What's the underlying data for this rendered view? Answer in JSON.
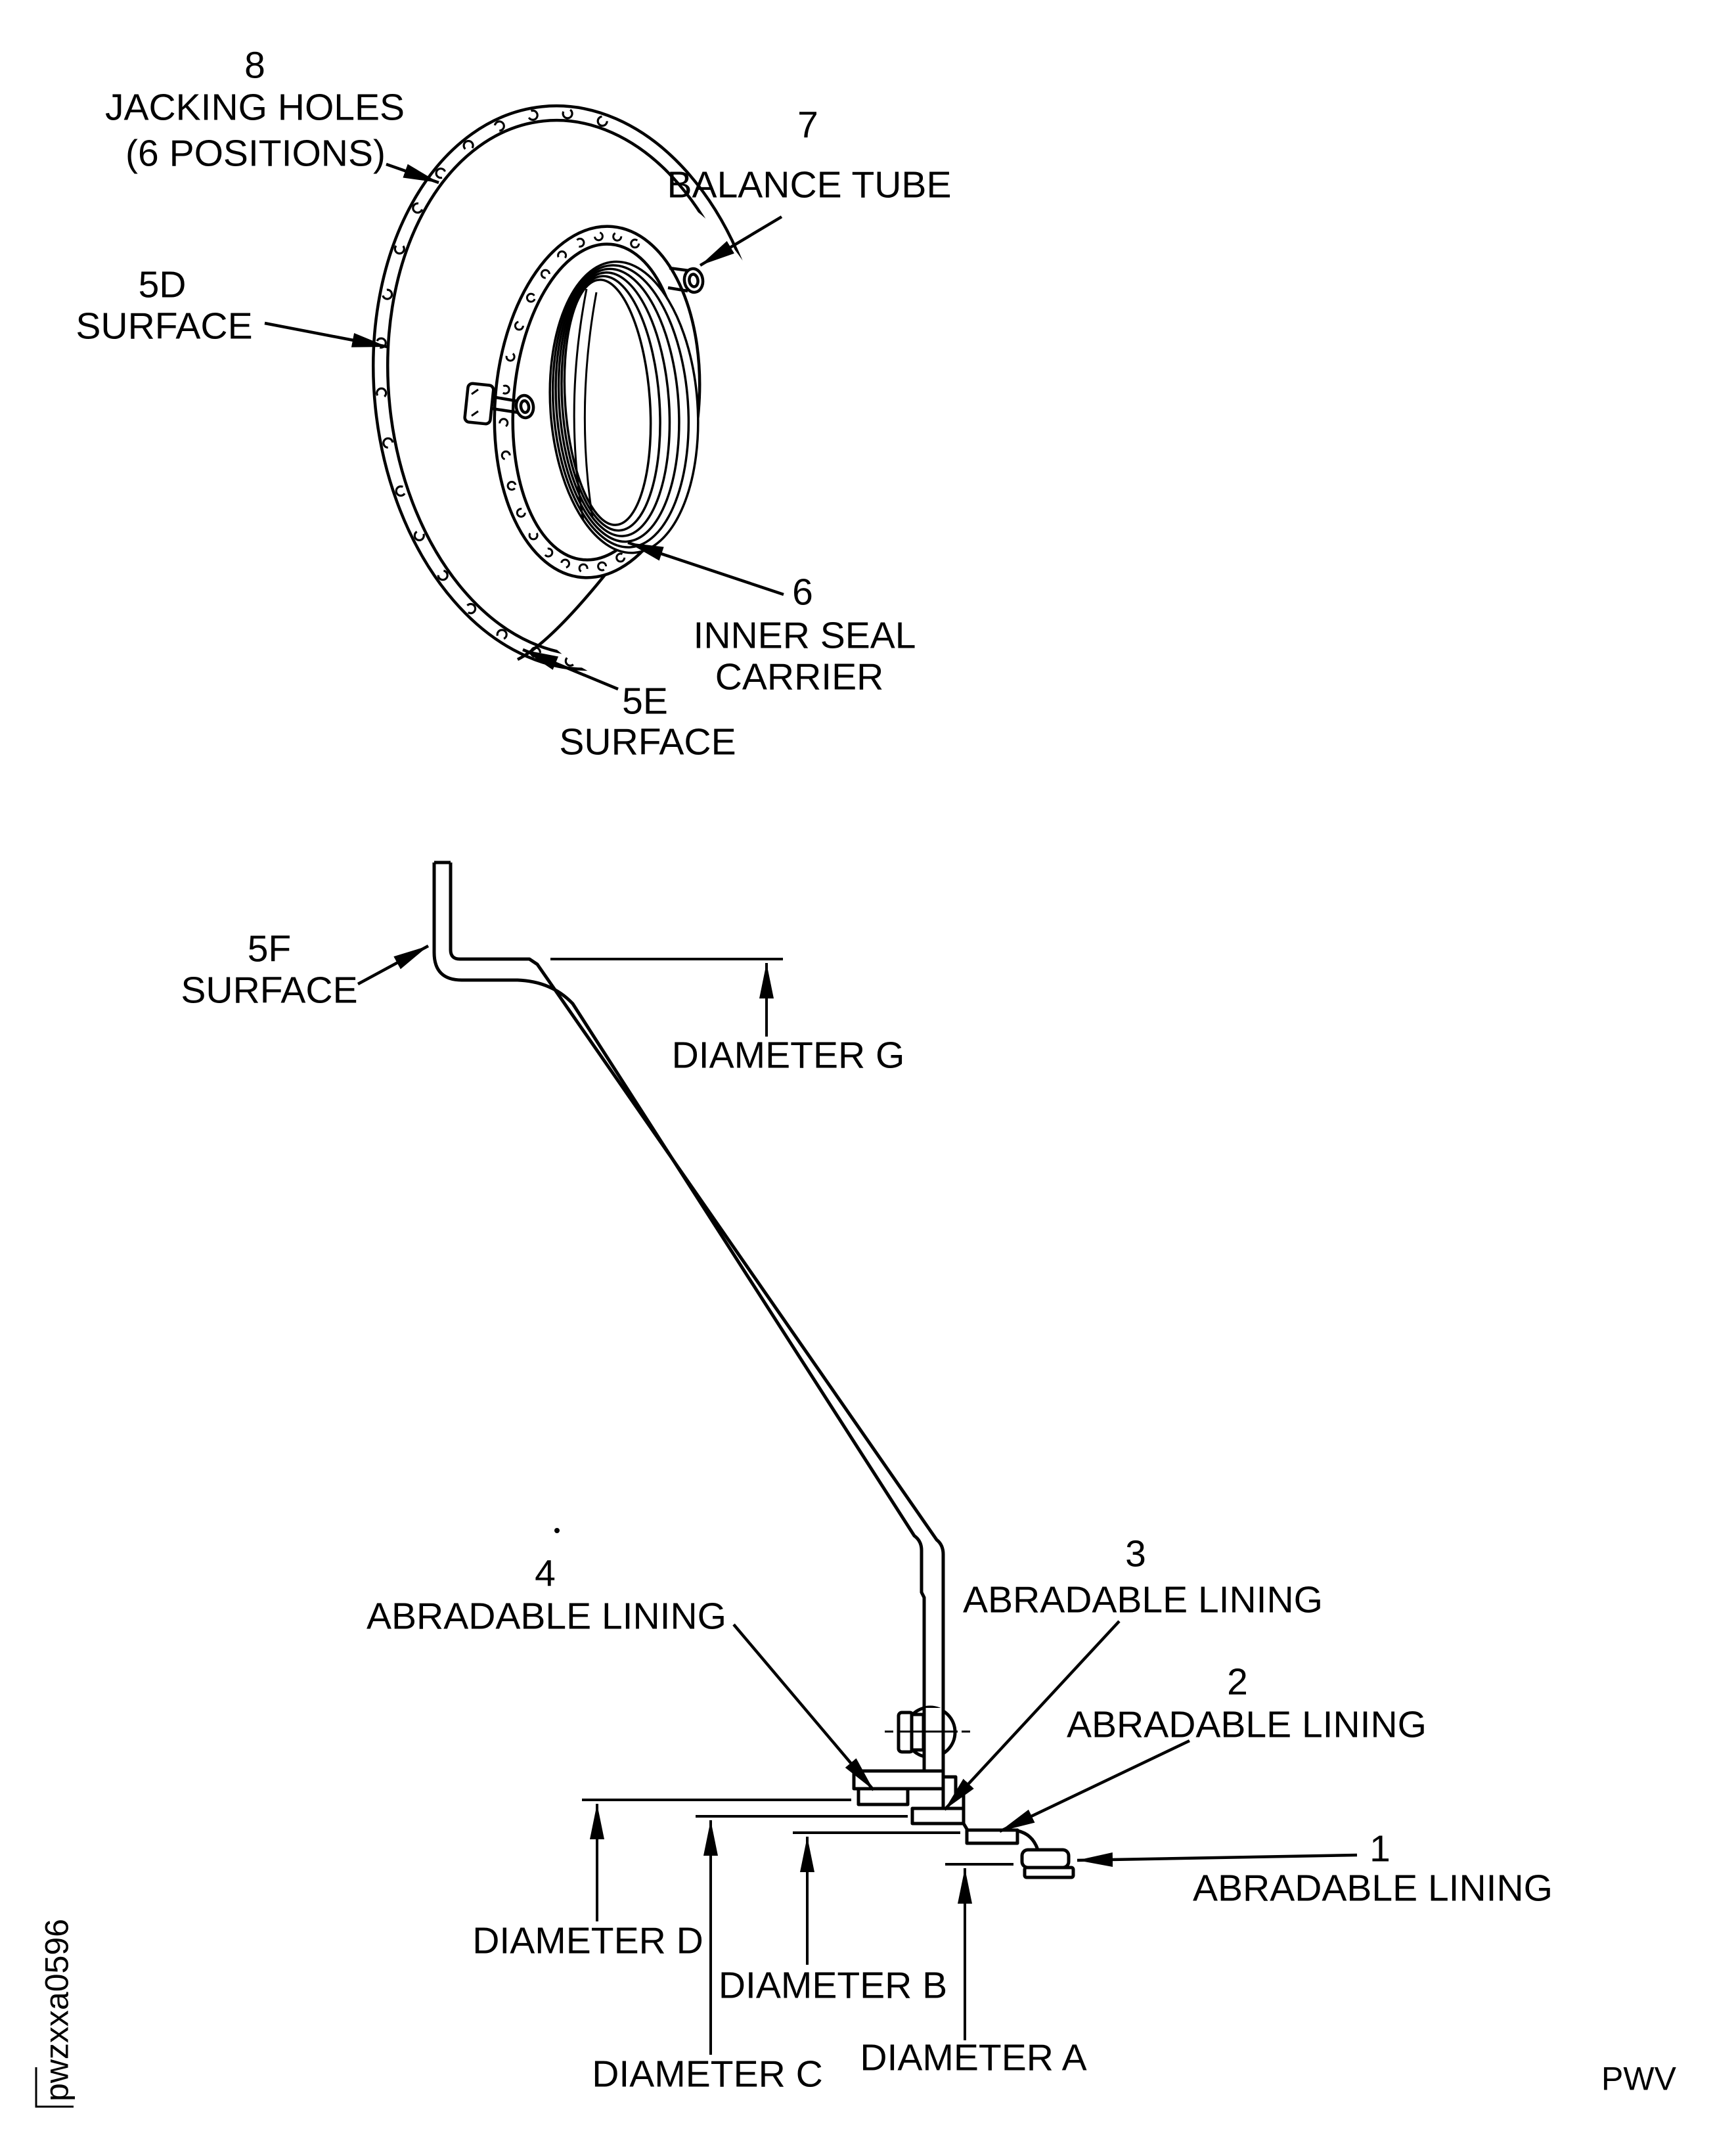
{
  "figure": {
    "callouts": {
      "jacking_holes": {
        "num": "8",
        "l1": "JACKING HOLES",
        "l2": "(6 POSITIONS)"
      },
      "balance_tube": {
        "num": "7",
        "l1": "BALANCE TUBE"
      },
      "surface_5d": {
        "num": "5D",
        "l1": "SURFACE"
      },
      "inner_seal_carrier": {
        "num": "6",
        "l1": "INNER SEAL",
        "l2": "CARRIER"
      },
      "surface_5e": {
        "num": "5E",
        "l1": "SURFACE"
      },
      "surface_5f": {
        "num": "5F",
        "l1": "SURFACE"
      },
      "lining_4": {
        "num": "4",
        "l1": "ABRADABLE LINING"
      },
      "lining_3": {
        "num": "3",
        "l1": "ABRADABLE LINING"
      },
      "lining_2": {
        "num": "2",
        "l1": "ABRADABLE LINING"
      },
      "lining_1": {
        "num": "1",
        "l1": "ABRADABLE LINING"
      }
    },
    "dimensions": {
      "g": "DIAMETER G",
      "d": "DIAMETER D",
      "c": "DIAMETER C",
      "b": "DIAMETER B",
      "a": "DIAMETER A"
    },
    "footer": {
      "figure_id": "pwzxxa0596",
      "plate_code": "PWV"
    },
    "colors": {
      "ink": "#000000",
      "paper": "#ffffff"
    }
  }
}
